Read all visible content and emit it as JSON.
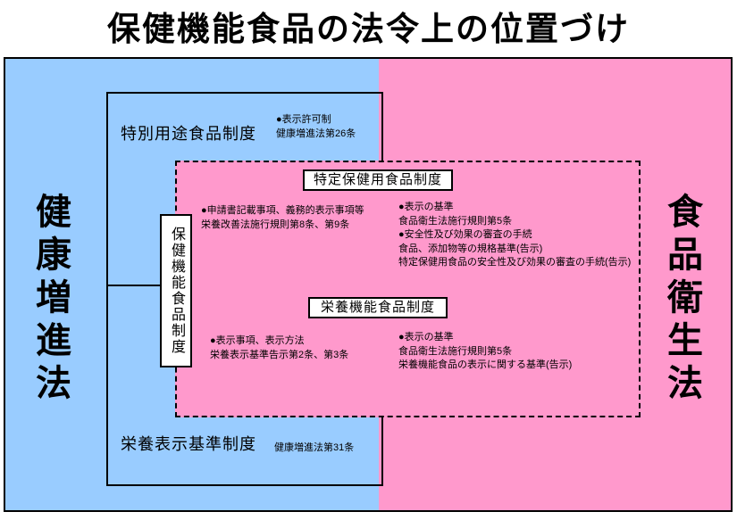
{
  "title": "保健機能食品の法令上の位置づけ",
  "colors": {
    "blue": "#99CCFF",
    "pink": "#FF99CC"
  },
  "laws": {
    "left": "健康増進法",
    "right": "食品衛生法"
  },
  "tokubetsu_youto": {
    "label": "特別用途食品制度",
    "notes": [
      "●表示許可制",
      "健康増進法第26条"
    ]
  },
  "hoken_kinou": {
    "label": "保健機能食品制度"
  },
  "tokuho": {
    "label": "特定保健用食品制度",
    "left_notes": [
      "●申請書記載事項、義務的表示事項等",
      "栄養改善法施行規則第8条、第9条"
    ],
    "right_notes": [
      "●表示の基準",
      "食品衛生法施行規則第5条",
      "●安全性及び効果の審査の手続",
      "食品、添加物等の規格基準(告示)",
      "特定保健用食品の安全性及び効果の審査の手続(告示)"
    ]
  },
  "eiyou_kinou": {
    "label": "栄養機能食品制度",
    "left_notes": [
      "●表示事項、表示方法",
      "栄養表示基準告示第2条、第3条"
    ],
    "right_notes": [
      "●表示の基準",
      "食品衛生法施行規則第5条",
      "栄養機能食品の表示に関する基準(告示)"
    ]
  },
  "eiyou_hyouji": {
    "label": "栄養表示基準制度",
    "note": "健康増進法第31条"
  }
}
